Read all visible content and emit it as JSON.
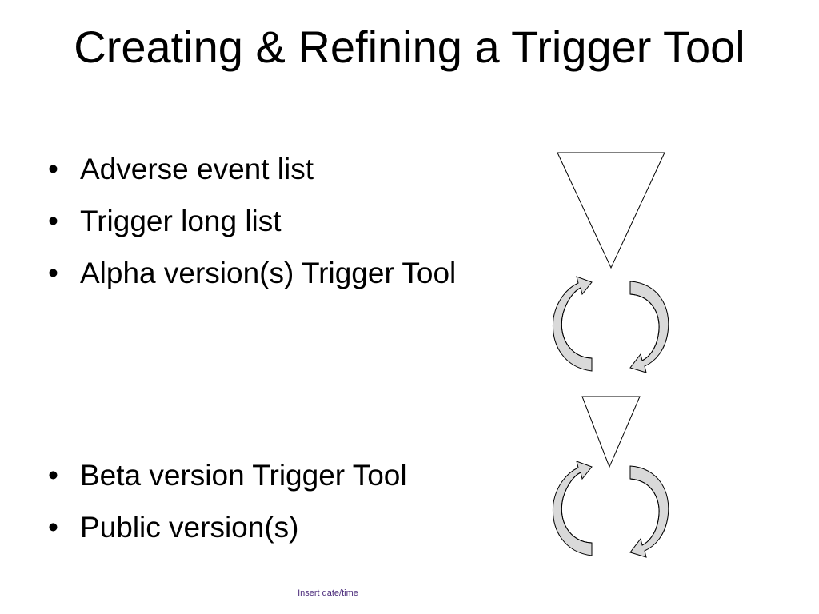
{
  "slide": {
    "title": "Creating & Refining a Trigger Tool",
    "bullet_symbol": "•",
    "bullets_group_1": [
      "Adverse event list",
      "Trigger long list",
      "Alpha version(s) Trigger Tool"
    ],
    "bullets_group_2": [
      "Beta version Trigger Tool",
      "Public version(s)"
    ],
    "footer": "Insert date/time"
  },
  "colors": {
    "text": "#000000",
    "arrow_fill": "#d9d9d9",
    "footer_text": "#4a2a7a"
  },
  "icons": [
    "funnel-triangle-icon",
    "cycle-arrows-icon"
  ]
}
